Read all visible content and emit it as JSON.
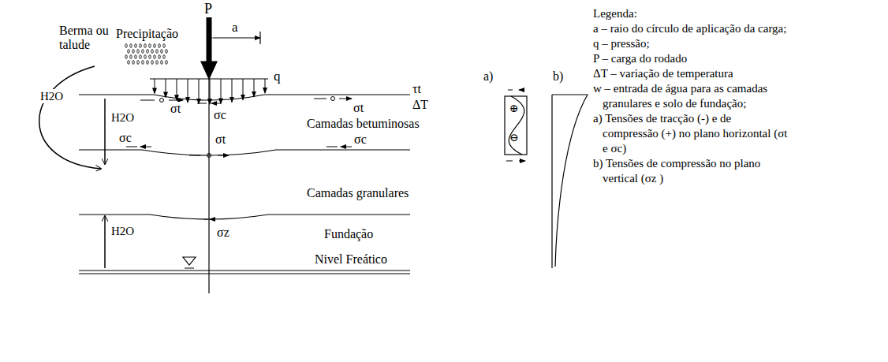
{
  "diagram": {
    "labels": [
      "P",
      "a",
      "q",
      "Precipitação",
      "Berma ou talude",
      "H2O",
      "H2O",
      "σt",
      "σc",
      "σt",
      "τt",
      "ΔT",
      "Camadas betuminosas",
      "σc",
      "σt",
      "σc",
      "Camadas granulares",
      "σz",
      "H2O",
      "Fundação",
      "Nivel Freático",
      "a)",
      "b)",
      "⊕",
      "⊖",
      "Legenda:",
      "a – raio do círculo de aplicação da carga;",
      "q – pressão;",
      "P – carga do rodado",
      "ΔT – variação de temperatura",
      "w – entrada de água para as camadas granulares e solo de fundação;",
      "a) Tensões de tracção (-) e de compressão (+) no plano horizontal (σt e σc)",
      "b) Tensões de compressão no plano vertical (σz )"
    ]
  }
}
